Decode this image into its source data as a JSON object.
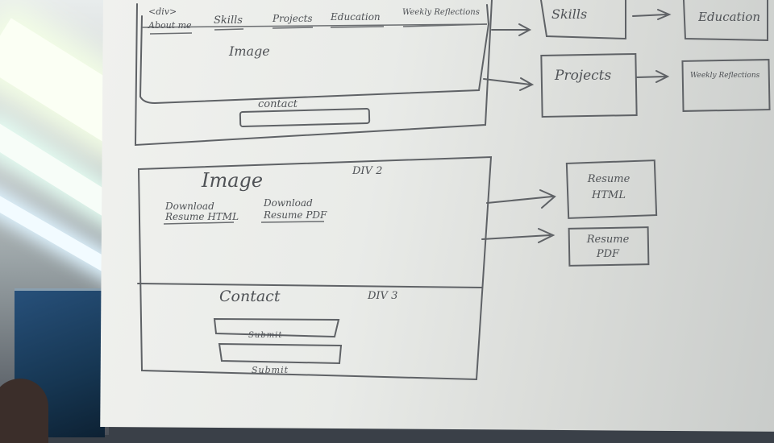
{
  "sketch": {
    "div1": {
      "div_tag": "<div>",
      "nav": [
        "About me",
        "Skills",
        "Projects",
        "Education",
        "Weekly Reflections"
      ],
      "image_label": "Image",
      "contact_label": "contact"
    },
    "div2": {
      "image_label": "Image",
      "div_label": "DIV 2",
      "download_html": [
        "Download",
        "Resume HTML"
      ],
      "download_pdf": [
        "Download",
        "Resume PDF"
      ]
    },
    "div3": {
      "contact_label": "Contact",
      "div_label": "DIV 3",
      "submit_1": "Submit",
      "submit_2": "Submit"
    },
    "pages": {
      "skills": "Skills",
      "education": "Education",
      "projects": "Projects",
      "weekly_reflections": "Weekly Reflections",
      "resume_html": "Resume HTML",
      "resume_pdf": "Resume PDF"
    }
  }
}
